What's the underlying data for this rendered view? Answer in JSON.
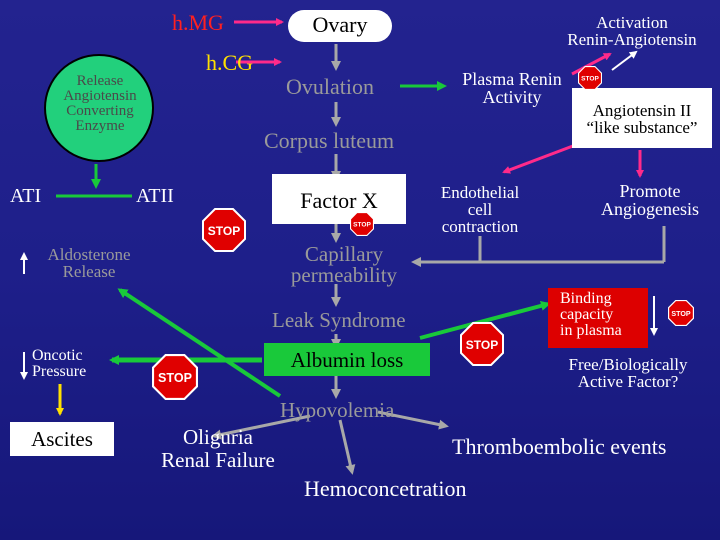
{
  "nodes": {
    "hmg": "h.MG",
    "ovary": "Ovary",
    "activation": "Activation\nRenin-Angiotensin",
    "hcg": "h.CG",
    "ovulation": "Ovulation",
    "plasma_renin": "Plasma Renin\nActivity",
    "ace": "Release\nAngiotensin\nConverting\nEnzyme",
    "angiotensin2": "Angiotensin II\n“like substance”",
    "corpus_luteum": "Corpus luteum",
    "at1": "ATI",
    "at2": "ATII",
    "factor_x": "Factor X",
    "endothelial": "Endothelial\ncell\ncontraction",
    "angiogenesis": "Promote\nAngiogenesis",
    "aldosterone": "Aldosterone\nRelease",
    "capillary": "Capillary\npermeability",
    "binding": "Binding\ncapacity\nin plasma",
    "leak": "Leak Syndrome",
    "oncotic": "Oncotic\nPressure",
    "albumin": "Albumin loss",
    "free_factor": "Free/Biologically\nActive Factor?",
    "hypovolemia": "Hypovolemia",
    "ascites": "Ascites",
    "oliguria": "Oliguria\nRenal Failure",
    "thrombo": "Thromboembolic events",
    "hemo": "Hemoconcetration"
  },
  "stop_sign_text": "STOP",
  "colors": {
    "background": "#1e1f8a",
    "magenta_arrow": "#ff2a8a",
    "green_arrow": "#19c93a",
    "grey_arrow": "#a8a8a8",
    "white_arrow": "#ffffff",
    "ace_circle": "#22d07c",
    "stop_sign": "#e00000"
  }
}
